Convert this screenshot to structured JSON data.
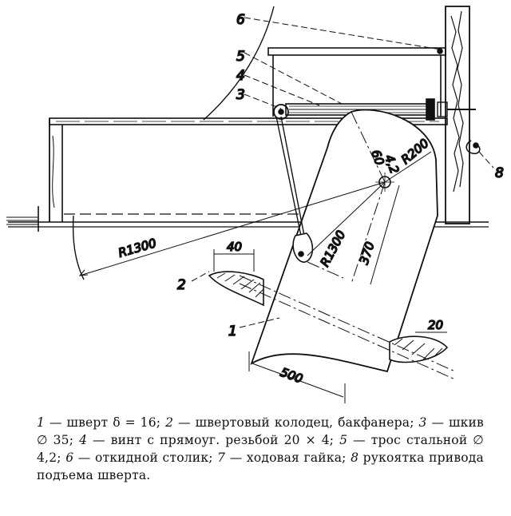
{
  "labels": {
    "l1": "1",
    "l2": "2",
    "l3": "3",
    "l4": "4",
    "l5": "5",
    "l6": "6",
    "l8": "8"
  },
  "dimensions": {
    "r1300_outer": "R1300",
    "r1300_inner": "R1300",
    "r200": "R200",
    "d42": "4,2",
    "d60": "60",
    "d370": "370",
    "d500": "500",
    "d40": "40",
    "d20": "20"
  },
  "caption": [
    {
      "num": "1",
      "text": " — шверт δ = 16; "
    },
    {
      "num": "2",
      "text": " — швертовый колодец, бакфанера; "
    },
    {
      "num": "3",
      "text": " — шкив ∅ 35; "
    },
    {
      "num": "4",
      "text": " — винт с прямоуг. резьбой 20 × 4; "
    },
    {
      "num": "5",
      "text": " — трос стальной ∅ 4,2; "
    },
    {
      "num": "6",
      "text": " — откидной столик; "
    },
    {
      "num": "7",
      "text": " — ходовая гайка; "
    },
    {
      "num": "8",
      "text": " рукоятка привода подъема шверта."
    }
  ]
}
